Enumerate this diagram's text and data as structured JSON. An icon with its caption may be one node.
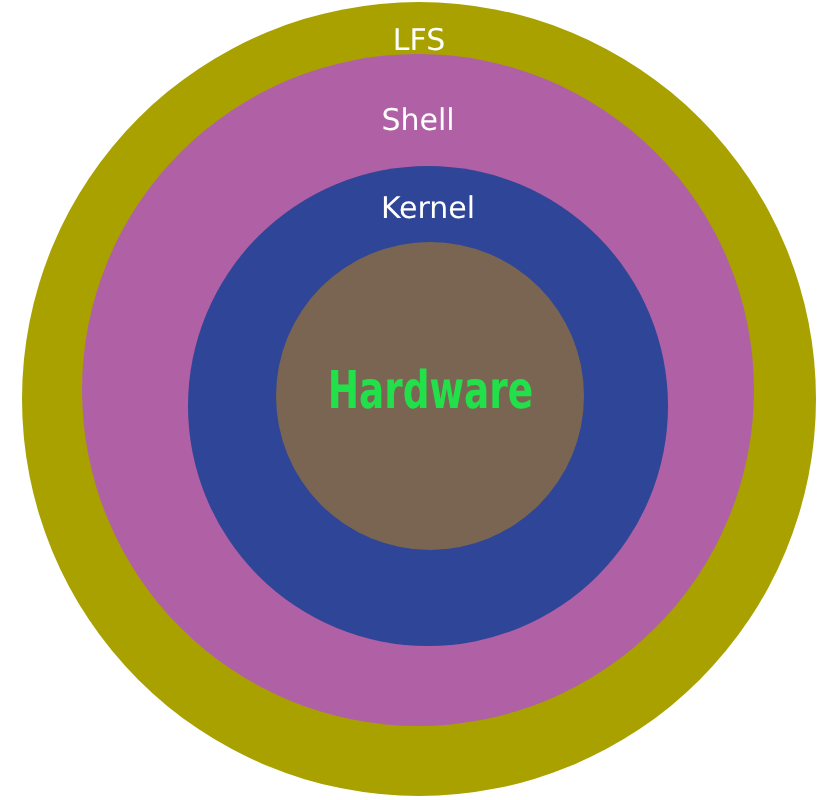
{
  "diagram": {
    "nodes": [
      {
        "text": [
          "LFS"
        ]
      },
      {
        "text": [
          "Shell"
        ],
        "in": 0
      },
      {
        "text": [
          "Kernel"
        ],
        "in": 1
      },
      {
        "text": [
          "Hardware"
        ],
        "in": 2
      }
    ]
  }
}
